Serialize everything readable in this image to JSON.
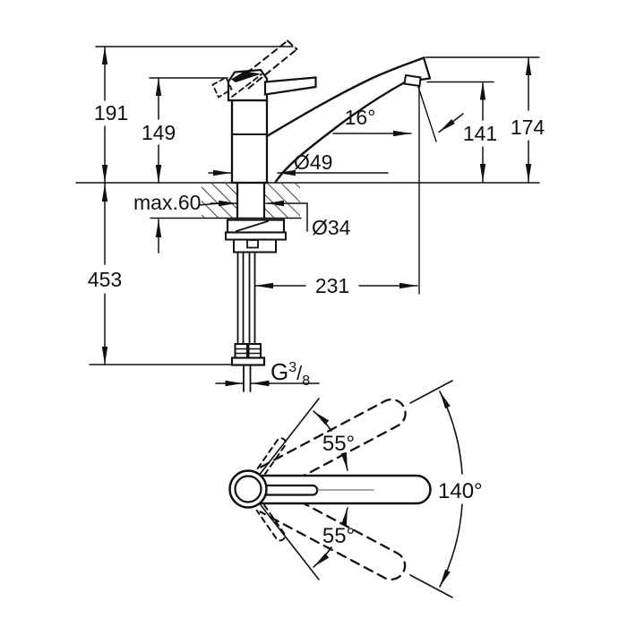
{
  "drawing": {
    "background": "#ffffff",
    "line_color": "#111111",
    "front_view": {
      "labels": {
        "overall_height": "191",
        "lever_height": "149",
        "spout_top_height": "174",
        "outlet_height": "141",
        "jet_angle": "16°",
        "body_diameter": "Ø49",
        "max_counter_thickness": "max.60",
        "hole_diameter": "Ø34",
        "under_counter_depth": "453",
        "spout_reach": "231",
        "thread": {
          "prefix": "G",
          "numerator": "3",
          "slash": "/",
          "denominator": "8"
        }
      }
    },
    "top_view": {
      "labels": {
        "lever_swing_up": "55°",
        "lever_swing_down": "55°",
        "spout_swivel": "140°"
      }
    }
  }
}
